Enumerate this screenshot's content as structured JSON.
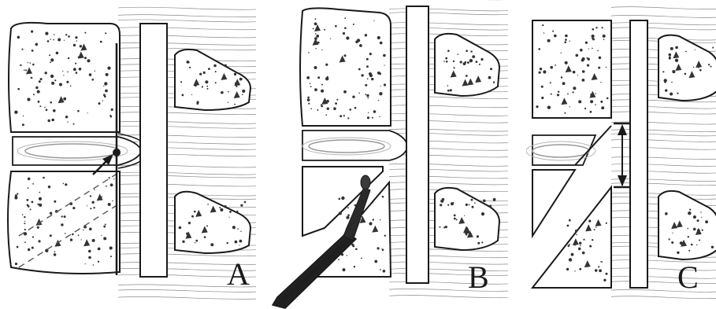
{
  "panels": [
    {
      "label": "A"
    },
    {
      "label": "B"
    },
    {
      "label": "C"
    }
  ],
  "colors": {
    "line": "#1a1a1a",
    "stipple": "#333333",
    "fiber": "#8a8a8a",
    "disc_ring": "#9a9a9a",
    "instrument": "#2a2a2a",
    "background": "#ffffff"
  }
}
